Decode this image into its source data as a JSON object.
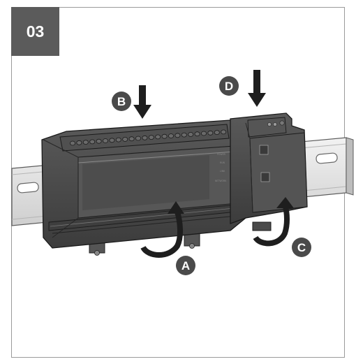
{
  "step_number": "03",
  "callouts": {
    "a": "A",
    "b": "B",
    "c": "C",
    "d": "D"
  },
  "led_labels": {
    "power": "POWER",
    "run": "RUN",
    "link": "LINK",
    "network": "NETWORK"
  },
  "colors": {
    "step_tab": "#5b5b5b",
    "device_body": "#4a4a4a",
    "arrow": "#1e1e1e",
    "callout_circle": "#4a4a4a",
    "rail": "#e6e6e6"
  },
  "icons": {
    "arrow_b": "arrow-down-icon",
    "arrow_d": "arrow-down-icon",
    "arrow_a": "curved-arrow-up-icon",
    "arrow_c": "curved-arrow-up-icon"
  }
}
